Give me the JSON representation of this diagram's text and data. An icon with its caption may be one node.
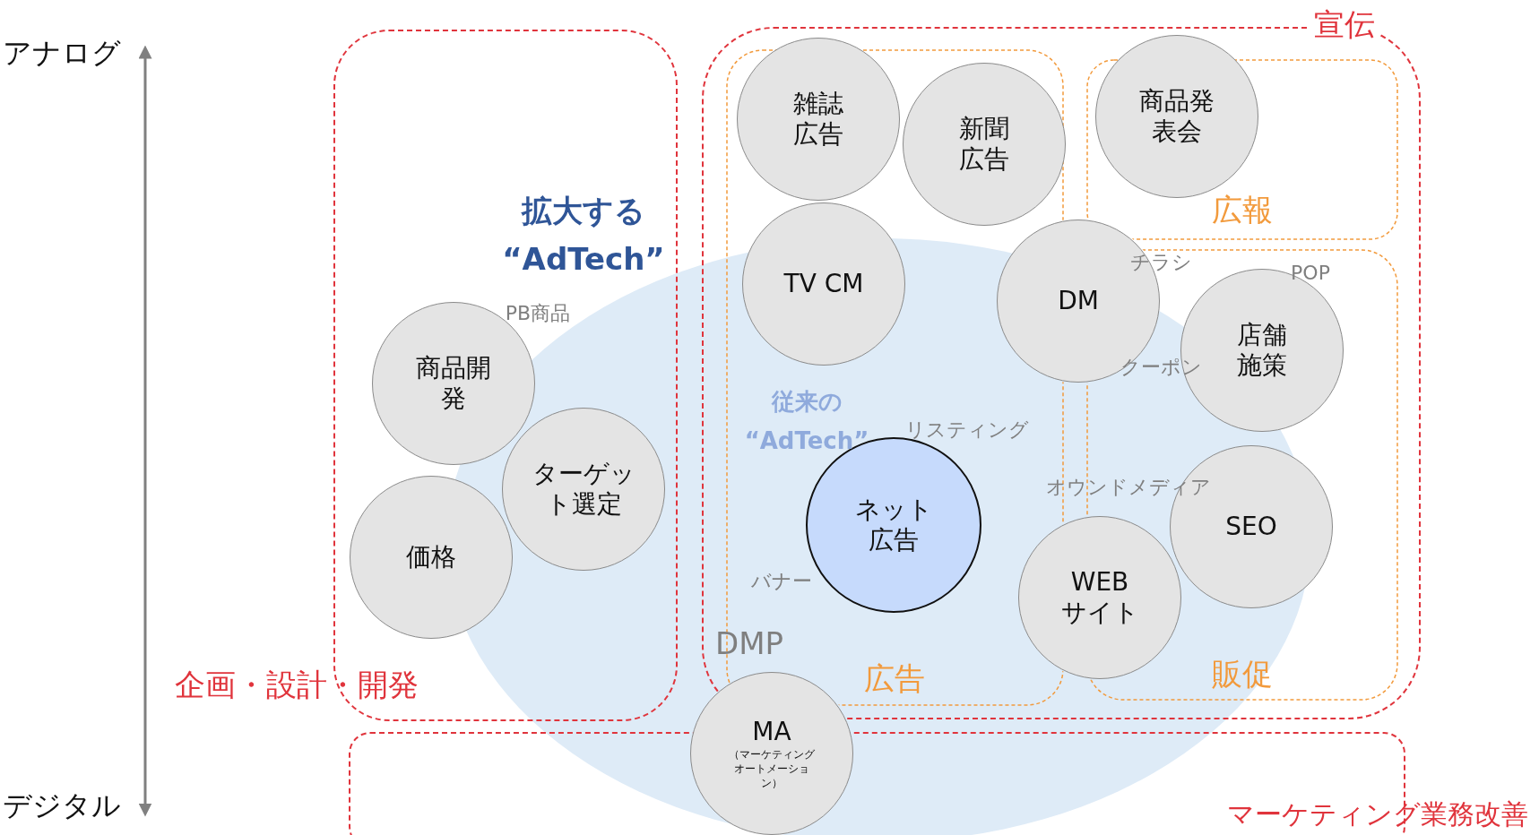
{
  "diagram": {
    "nodes": [
      {
        "text": [
          "企画・設計・開発"
        ]
      },
      {
        "text": [
          "商品開発"
        ],
        "in": 0
      },
      {
        "text": [
          "ターゲット選定"
        ],
        "in": 0
      },
      {
        "text": [
          "価格"
        ],
        "in": 0
      },
      {
        "text": [
          "宣伝"
        ]
      },
      {
        "text": [
          "広告"
        ],
        "in": 4
      },
      {
        "text": [
          "雑誌広告"
        ],
        "in": 5
      },
      {
        "text": [
          "新聞広告"
        ],
        "in": 5
      },
      {
        "text": [
          "TV CM"
        ],
        "in": 5
      },
      {
        "text": [
          "ネット広告"
        ],
        "in": 5
      },
      {
        "text": [
          "広報"
        ],
        "in": 4
      },
      {
        "text": [
          "商品発表会"
        ],
        "in": 10
      },
      {
        "text": [
          "DM"
        ],
        "in": 4
      },
      {
        "text": [
          "販促"
        ],
        "in": 4
      },
      {
        "text": [
          "店舗施策"
        ],
        "in": 13
      },
      {
        "text": [
          "SEO"
        ],
        "in": 13
      },
      {
        "text": [
          "WEBサイト"
        ],
        "in": 4
      },
      {
        "text": [
          "マーケティング業務改善"
        ]
      },
      {
        "text": [
          "MA",
          "（マーケティングオートメーション）"
        ]
      }
    ],
    "labels": [
      "アナログ",
      "拡大する “AdTech”",
      "PB商品",
      "チラシ",
      "POP",
      "クーポン",
      "従来の “AdTech”",
      "リスティング",
      "オウンドメディア",
      "バナー",
      "DMP",
      "デジタル"
    ]
  }
}
